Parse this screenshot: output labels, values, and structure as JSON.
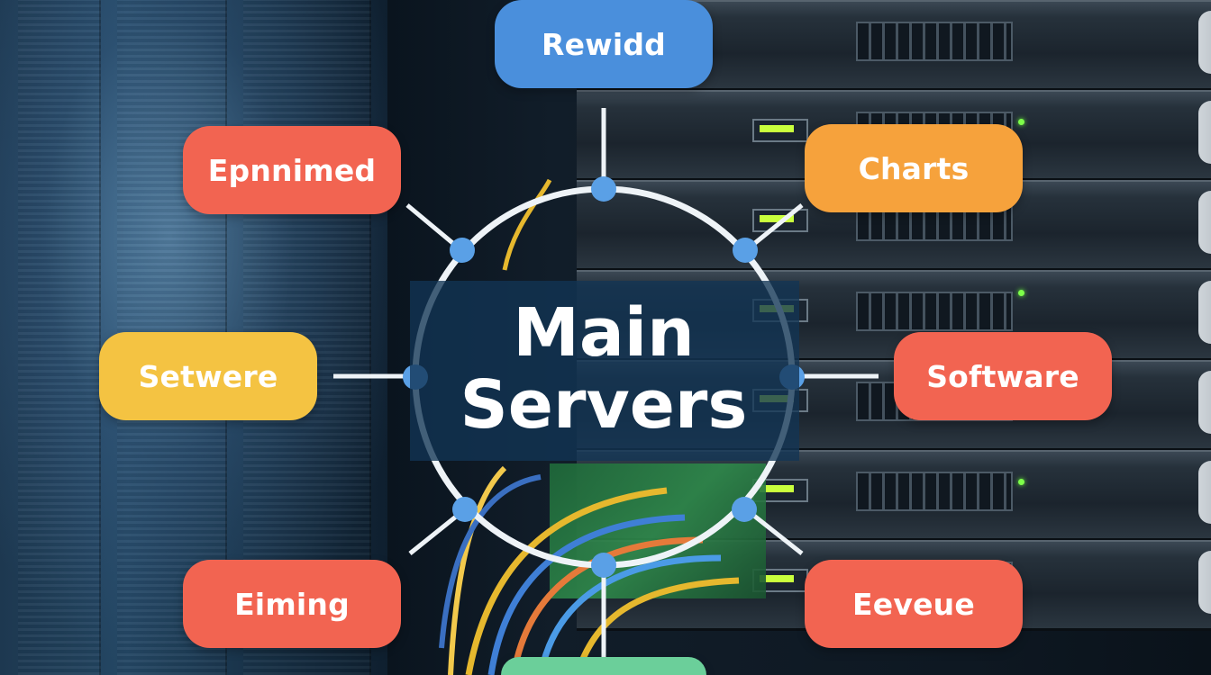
{
  "center": {
    "line1": "Main",
    "line2": "Servers"
  },
  "nodes": {
    "top": "Rewidd",
    "top_left": "Epnnimed",
    "top_right": "Charts",
    "left": "Setwere",
    "right": "Software",
    "bottom_left": "Eiming",
    "bottom_right": "Eeveue",
    "bottom": ""
  },
  "colors": {
    "blue": "#4a8fdc",
    "red": "#f26451",
    "orange": "#f6a23c",
    "yellow": "#f4c342",
    "green": "#6bcf9a",
    "ring": "#eef3f7",
    "dot": "#5aa0e6"
  }
}
